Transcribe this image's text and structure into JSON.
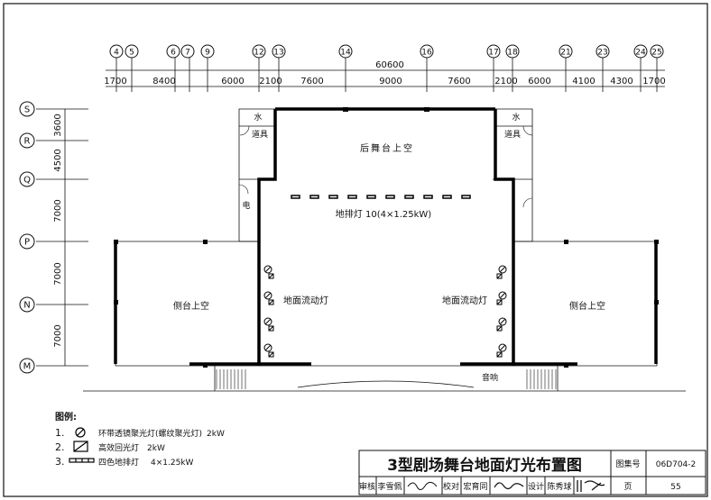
{
  "grid": {
    "columns": [
      "4",
      "5",
      "6",
      "7",
      "9",
      "12",
      "13",
      "14",
      "16",
      "17",
      "18",
      "21",
      "23",
      "24",
      "25"
    ],
    "rows": [
      "S",
      "R",
      "Q",
      "P",
      "N",
      "M"
    ]
  },
  "dimensions": {
    "overall": "60600",
    "column_spacings": [
      "1700",
      "8400",
      "6000",
      "2100",
      "7600",
      "9000",
      "7600",
      "2100",
      "6000",
      "4100",
      "4300",
      "1700"
    ],
    "row_spacings": [
      "3600",
      "4500",
      "7000",
      "7000",
      "7000"
    ]
  },
  "labels": {
    "water_left": "水",
    "water_right": "水",
    "props_left": "道具",
    "props_right": "道具",
    "electric": "电",
    "rear_stage": "后舞台上空",
    "footlight": "地排灯 10(4×1.25kW)",
    "side_stage_left": "侧台上空",
    "side_stage_right": "侧台上空",
    "floor_light_left": "地面流动灯",
    "floor_light_right": "地面流动灯",
    "sound": "音响"
  },
  "legend": {
    "title": "图例:",
    "items": [
      {
        "num": "1.",
        "icon": "spotlight-icon",
        "text": "环带透镜聚光灯(螺纹聚光灯)",
        "power": "2kW"
      },
      {
        "num": "2.",
        "icon": "backlight-icon",
        "text": "高效回光灯",
        "power": "2kW"
      },
      {
        "num": "3.",
        "icon": "footlight-strip-icon",
        "text": "四色地排灯",
        "power": "4×1.25kW"
      }
    ]
  },
  "title_block": {
    "title": "3型剧场舞台地面灯光布置图",
    "atlas_label": "图集号",
    "atlas_no": "06D704-2",
    "review_label": "审核",
    "reviewer": "李雪佩",
    "check_label": "校对",
    "checker": "宏育同",
    "design_label": "设计",
    "designer": "陈秀球",
    "page_label": "页",
    "page_no": "55"
  },
  "colors": {
    "ink": "#111111",
    "wall": "#000000"
  }
}
